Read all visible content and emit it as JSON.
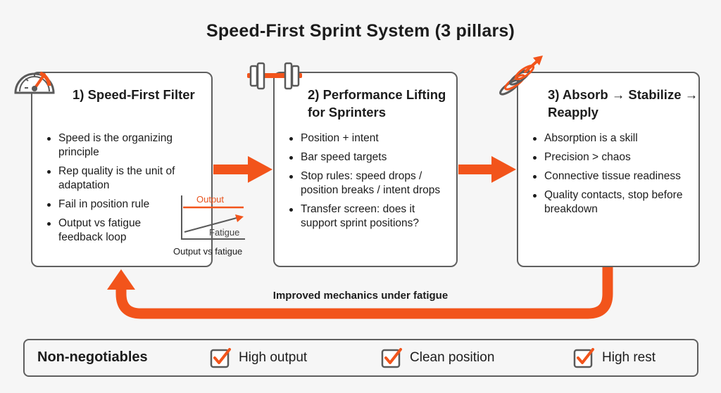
{
  "title": "Speed-First Sprint System (3 pillars)",
  "pillars": [
    {
      "title": "1) Speed-First Filter",
      "icon": "speedometer-icon",
      "bullets": [
        "Speed is the organizing principle",
        "Rep quality is the unit of adaptation",
        "Fail in position rule",
        "Output vs fatigue feedback loop"
      ]
    },
    {
      "title": "2) Performance Lifting for Sprinters",
      "icon": "barbell-icon",
      "bullets": [
        "Position + intent",
        "Bar speed targets",
        "Stop rules: speed drops / position breaks / intent drops",
        "Transfer screen: does it support sprint positions?"
      ]
    },
    {
      "title": "3) Absorb → Stabilize → Reapply",
      "icon": "spring-icon",
      "bullets": [
        "Absorption is a skill",
        "Precision > chaos",
        "Connective tissue readiness",
        "Quality contacts, stop before breakdown"
      ]
    }
  ],
  "mini_chart": {
    "output_label": "Output",
    "fatigue_label": "Fatigue",
    "caption": "Output vs fatigue"
  },
  "loop_label": "Improved mechanics under fatigue",
  "non_negotiables": {
    "label": "Non-negotiables",
    "items": [
      "High output",
      "Clean position",
      "High rest"
    ]
  },
  "colors": {
    "accent": "#f2541b",
    "border": "#5f5f5f",
    "background": "#f6f6f6"
  }
}
